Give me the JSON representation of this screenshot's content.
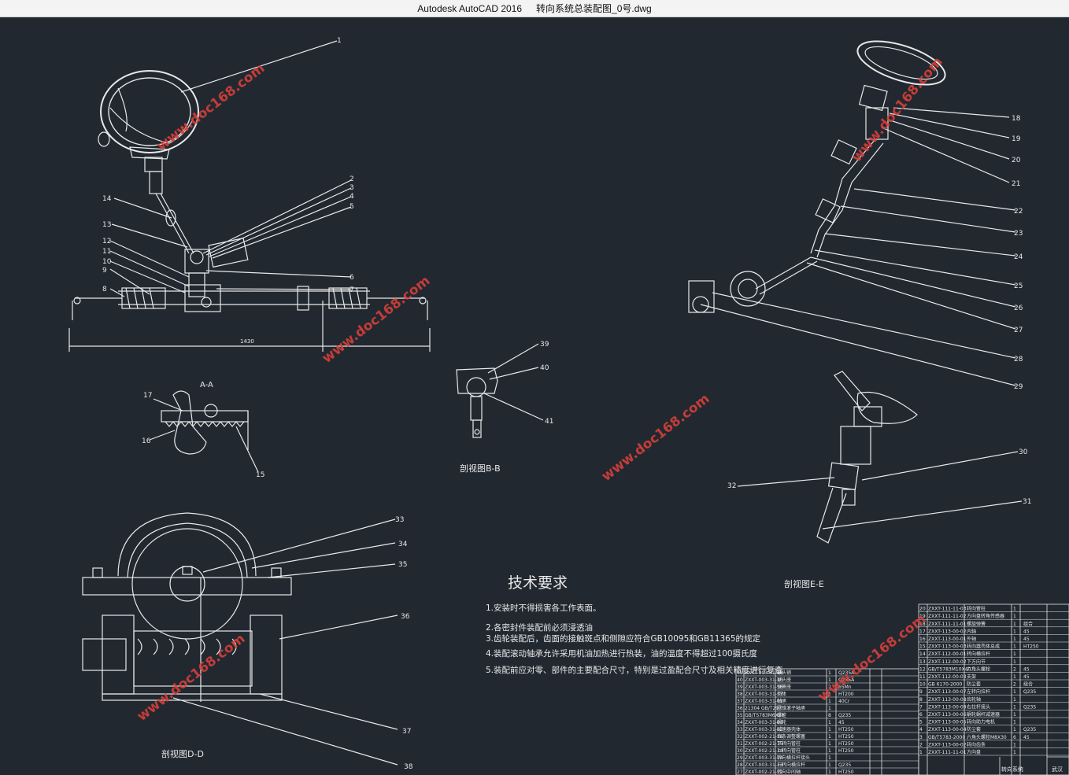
{
  "window": {
    "app_name": "Autodesk AutoCAD 2016",
    "file_name": "转向系统总装配图_0号.dwg"
  },
  "colors": {
    "background": "#212830",
    "line": "#e8e8e8",
    "watermark": "#d8403a"
  },
  "watermark_text": "www.doc168.com",
  "part_numbers_left": [
    "1",
    "2",
    "3",
    "4",
    "5",
    "6",
    "7",
    "8",
    "9",
    "10",
    "11",
    "12",
    "13",
    "14"
  ],
  "part_numbers_right": [
    "18",
    "19",
    "20",
    "21",
    "22",
    "23",
    "24",
    "25",
    "26",
    "27",
    "28",
    "29"
  ],
  "section_labels": {
    "aa": "A-A",
    "bb": "剖视图B-B",
    "dd": "剖视图D-D",
    "ee": "剖视图E-E"
  },
  "aa_part_numbers": [
    "17",
    "16",
    "15"
  ],
  "bb_part_numbers": [
    "39",
    "40",
    "41"
  ],
  "dd_part_numbers": [
    "33",
    "34",
    "35",
    "36",
    "37",
    "38"
  ],
  "ee_part_numbers": [
    "30",
    "31",
    "32"
  ],
  "tech_requirements": {
    "title": "技术要求",
    "items": [
      "1.安装时不得损害各工作表面。",
      "2.各密封件装配前必须浸透油",
      "3.齿轮装配后，齿面的接触斑点和侧隙应符合GB10095和GB11365的规定",
      "4.装配滚动轴承允许采用机油加热进行热装，油的温度不得超过100摄氏度",
      "5.装配前应对零、部件的主要配合尺寸，特别是过盈配合尺寸及相关精度进行复查"
    ]
  },
  "dimension_labels": {
    "overall_length": "1430"
  },
  "bom_right": [
    {
      "no": "20",
      "code": "ZXXT-111-11-03",
      "name": "转向管柱",
      "qty": "1",
      "mat": ""
    },
    {
      "no": "19",
      "code": "ZXXT-111-11-02",
      "name": "方向盘转角传感器",
      "qty": "1",
      "mat": ""
    },
    {
      "no": "18",
      "code": "ZXXT-111-11-01",
      "name": "螺旋弹簧",
      "qty": "1",
      "mat": "组合"
    },
    {
      "no": "17",
      "code": "ZXXT-113-00-02",
      "name": "内轴",
      "qty": "1",
      "mat": "45"
    },
    {
      "no": "16",
      "code": "ZXXT-113-00-01",
      "name": "外轴",
      "qty": "1",
      "mat": "45"
    },
    {
      "no": "15",
      "code": "ZXXT-113-00-03",
      "name": "转向器壳体总成",
      "qty": "1",
      "mat": "HT250"
    },
    {
      "no": "14",
      "code": "ZXXT-112-00-01",
      "name": "转向横拉杆",
      "qty": "1",
      "mat": ""
    },
    {
      "no": "13",
      "code": "ZXXT-112-00-02",
      "name": "下万向节",
      "qty": "1",
      "mat": ""
    },
    {
      "no": "12",
      "code": "GB/T5783M10X40",
      "name": "六角头螺栓",
      "qty": "2",
      "mat": "45"
    },
    {
      "no": "11",
      "code": "ZXXT-112-00-03",
      "name": "支架",
      "qty": "1",
      "mat": "45"
    },
    {
      "no": "10",
      "code": "GB 6170-2000",
      "name": "防尘套",
      "qty": "2",
      "mat": "组合"
    },
    {
      "no": "9",
      "code": "ZXXT-113-00-07",
      "name": "左转向拉杆",
      "qty": "1",
      "mat": "Q235"
    },
    {
      "no": "8",
      "code": "ZXXT-113-00-08",
      "name": "齿轮轴",
      "qty": "1",
      "mat": ""
    },
    {
      "no": "7",
      "code": "ZXXT-113-00-09",
      "name": "右拉杆接头",
      "qty": "1",
      "mat": "Q235"
    },
    {
      "no": "6",
      "code": "ZXXT-113-00-06",
      "name": "蜗轮蜗杆减速器",
      "qty": "1",
      "mat": ""
    },
    {
      "no": "5",
      "code": "ZXXT-113-00-05",
      "name": "转向助力电机",
      "qty": "1",
      "mat": ""
    },
    {
      "no": "4",
      "code": "ZXXT-113-00-04",
      "name": "防尘套",
      "qty": "1",
      "mat": "Q235"
    },
    {
      "no": "3",
      "code": "GB/T5783-2000",
      "name": "六角头螺栓M8X30",
      "qty": "6",
      "mat": "45"
    },
    {
      "no": "2",
      "code": "ZXXT-113-00-02",
      "name": "转向齿条",
      "qty": "1",
      "mat": ""
    },
    {
      "no": "1",
      "code": "ZXXT-111-11-01",
      "name": "方向盘",
      "qty": "1",
      "mat": ""
    }
  ],
  "bom_left": [
    {
      "no": "41",
      "code": "ZXXT-003-31-18",
      "name": "球头销",
      "qty": "1",
      "mat": "Q235A"
    },
    {
      "no": "40",
      "code": "ZXXT-003-31-15",
      "name": "球头座",
      "qty": "1",
      "mat": "Q235A"
    },
    {
      "no": "39",
      "code": "ZXXT-003-31-16",
      "name": "弹簧座",
      "qty": "2",
      "mat": "65Mn"
    },
    {
      "no": "38",
      "code": "ZXXT-003-31-17",
      "name": "壳体",
      "qty": "1",
      "mat": "HT200"
    },
    {
      "no": "37",
      "code": "ZXXT-003-31-01",
      "name": "轴承",
      "qty": "1",
      "mat": "40Cr"
    },
    {
      "no": "36",
      "code": "21304 GB/T297",
      "name": "圆锥滚子轴承",
      "qty": "1",
      "mat": ""
    },
    {
      "no": "35",
      "code": "GB/T5783M6X20",
      "name": "螺栓",
      "qty": "8",
      "mat": "Q235"
    },
    {
      "no": "34",
      "code": "ZXXT-003-31-03",
      "name": "蜗轮",
      "qty": "1",
      "mat": "45"
    },
    {
      "no": "33",
      "code": "ZXXT-003-31-02",
      "name": "减速器壳体",
      "qty": "1",
      "mat": "HT250"
    },
    {
      "no": "32",
      "code": "ZXXT-002-21-16",
      "name": "齿条调整螺塞",
      "qty": "1",
      "mat": "HT250"
    },
    {
      "no": "31",
      "code": "ZXXT-002-21-15",
      "name": "下转向管柱",
      "qty": "1",
      "mat": "HT250"
    },
    {
      "no": "30",
      "code": "ZXXT-002-21-14",
      "name": "上转向管柱",
      "qty": "1",
      "mat": "HT250"
    },
    {
      "no": "29",
      "code": "ZXXT-003-31-14",
      "name": "转向横拉杆接头",
      "qty": "1",
      "mat": ""
    },
    {
      "no": "28",
      "code": "ZXXT-003-31-13",
      "name": "右转向横拉杆",
      "qty": "1",
      "mat": "Q235"
    },
    {
      "no": "27",
      "code": "ZXXT-002-21-12",
      "name": "转向中间轴",
      "qty": "1",
      "mat": "HT250"
    }
  ],
  "title_block": {
    "label_a": "转向系统",
    "label_b": "武汉"
  }
}
